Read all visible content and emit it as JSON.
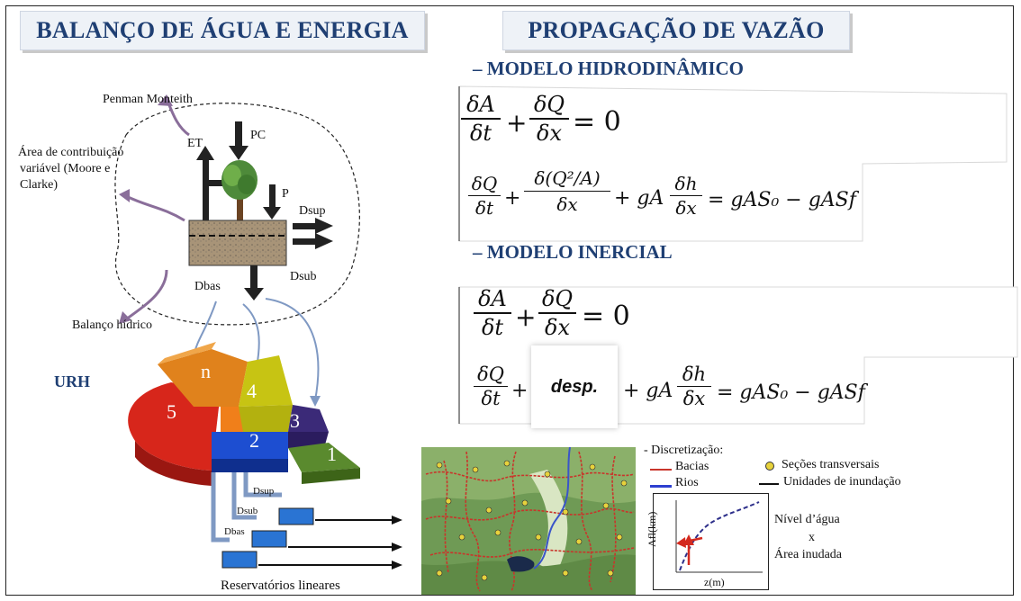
{
  "left_heading": "BALANÇO DE ÁGUA E ENERGIA",
  "right_heading": "PROPAGAÇÃO DE VAZÃO",
  "hydro_model": "– MODELO HIDRODINÂMICO",
  "inertial_model": "– MODELO INERCIAL",
  "water_balance": {
    "penman": "Penman Monteith",
    "area_line1": "Área de contribuição",
    "area_line2": "variável (Moore e",
    "area_line3": "Clarke)",
    "et": "ET",
    "pc": "PC",
    "p": "P",
    "dsup": "Dsup",
    "dsub": "Dsub",
    "dbas": "Dbas",
    "balanco": "Balanço hídrico"
  },
  "urh": {
    "label": "URH",
    "units": [
      "n",
      "4",
      "5",
      "3",
      "2",
      "1"
    ]
  },
  "reservoirs": {
    "dsup": "Dsup",
    "dsub": "Dsub",
    "dbas": "Dbas",
    "caption": "Reservatórios lineares"
  },
  "discretization": {
    "title": "- Discretização:",
    "bacias": "Bacias",
    "rios": "Rios",
    "secoes": "Seções transversais",
    "unidades": "Unidades de inundação",
    "nivel": "Nível d’água",
    "x": "x",
    "area": "Área inudada",
    "ylabel": "Afl(km)",
    "xlabel": "z(m)"
  },
  "equations": {
    "eq1": {
      "dA": "δA",
      "dt": "δt",
      "plus": "+",
      "dQ": "δQ",
      "dx": "δx",
      "rhs": "= 0"
    },
    "eq2": {
      "dQ": "δQ",
      "dt": "δt",
      "num2": "δ(Q²/A)",
      "dx": "δx",
      "ga": "+ gA",
      "dh": "δh",
      "rhs": "= gAS₀ − gASf"
    },
    "eq3": {
      "dA": "δA",
      "dt": "δt",
      "plus": "+",
      "dQ": "δQ",
      "dx": "δx",
      "rhs": "= 0"
    },
    "eq4": {
      "dQ": "δQ",
      "dt": "δt",
      "desp": "desp.",
      "ga": "+ gA",
      "dh": "δh",
      "dx": "δx",
      "rhs": "= gAS₀ − gASf"
    }
  },
  "colors": {
    "heading": "#1f3f73",
    "arrow_blue": "#7f99c3",
    "purple_arrow": "#8a6e9a"
  }
}
